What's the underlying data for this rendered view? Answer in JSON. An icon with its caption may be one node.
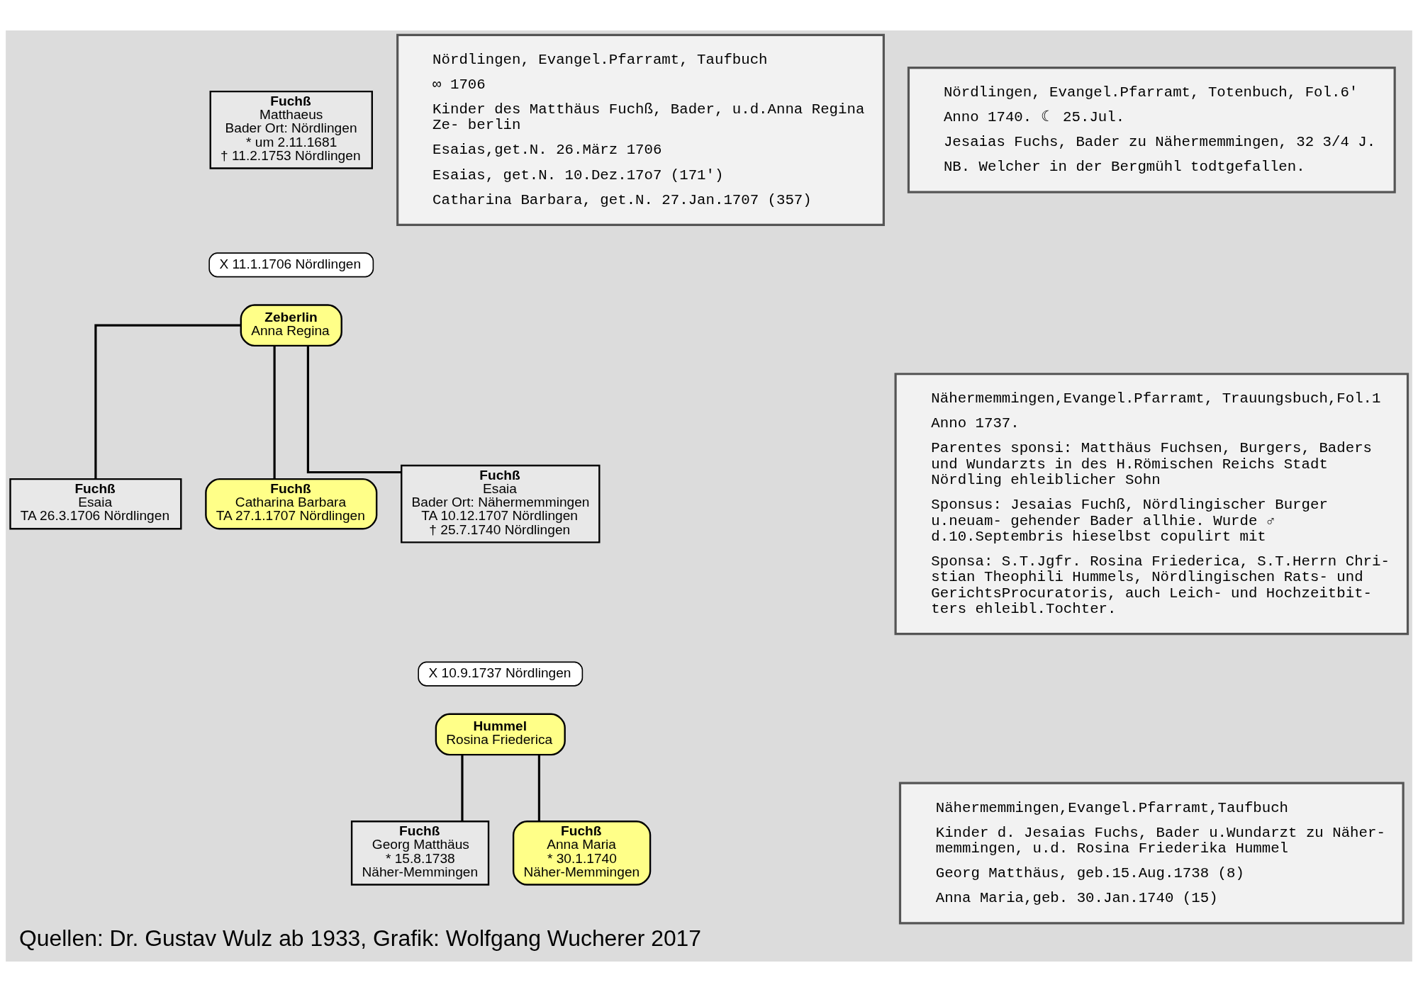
{
  "diagram": {
    "caption": "Quellen: Dr. Gustav Wulz ab 1933, Grafik: Wolfgang Wucherer 2017",
    "nodes": [
      {
        "text": [
          "Fuchß",
          "Matthaeus",
          "Bader Ort: Nördlingen",
          "* um 2.11.1681",
          "† 11.2.1753 Nördlingen"
        ]
      },
      {
        "text": [
          "X 11.1.1706 Nördlingen"
        ]
      },
      {
        "text": [
          "Zeberlin",
          "Anna Regina"
        ]
      },
      {
        "text": [
          "Fuchß",
          "Esaia",
          "TA 26.3.1706 Nördlingen"
        ]
      },
      {
        "text": [
          "Fuchß",
          "Catharina Barbara",
          "TA 27.1.1707 Nördlingen"
        ]
      },
      {
        "text": [
          "Fuchß",
          "Esaia",
          "Bader Ort: Nähermemmingen",
          "TA 10.12.1707 Nördlingen",
          "† 25.7.1740 Nördlingen"
        ]
      },
      {
        "text": [
          "X 10.9.1737 Nördlingen"
        ]
      },
      {
        "text": [
          "Hummel",
          "Rosina Friederica"
        ]
      },
      {
        "text": [
          "Fuchß",
          "Georg Matthäus",
          "* 15.8.1738",
          "Näher-Memmingen"
        ]
      },
      {
        "text": [
          "Fuchß",
          "Anna Maria",
          "* 30.1.1740",
          "Näher-Memmingen"
        ]
      },
      {
        "text": [
          "Nördlingen, Evangel.Pfarramt, Taufbuch",
          "∞ 1706",
          "Kinder des Matthäus Fuchß, Bader, u.d.Anna Regina Ze- berlin",
          "Esaias,get.N. 26.März 1706",
          "Esaias, get.N. 10.Dez.17o7 (171')",
          "Catharina Barbara, get.N. 27.Jan.1707 (357)"
        ]
      },
      {
        "text": [
          "Nördlingen, Evangel.Pfarramt, Totenbuch, Fol.6'",
          "Anno 1740. ☾ 25.Jul.",
          "Jesaias Fuchs, Bader zu Nähermemmingen, 32 3/4 J.",
          "NB. Welcher in der Bergmühl todtgefallen."
        ]
      },
      {
        "text": [
          "Nähermemmingen,Evangel.Pfarramt, Trauungsbuch,Fol.1",
          "Anno 1737.",
          "Parentes sponsi: Matthäus Fuchsen, Burgers, Baders und Wundarzts in des H.Römischen Reichs Stadt Nördling ehleiblicher Sohn",
          "Sponsus: Jesaias Fuchß, Nördlingischer Burger u.neuam- gehender Bader allhie. Wurde ♂ d.10.Septembris hieselbst copulirt mit",
          "Sponsa: S.T.Jgfr. Rosina Friederica, S.T.Herrn Chri- stian Theophili Hummels, Nördlingischen Rats- und GerichtsProcuratoris, auch Leich- und Hochzeitbit- ters ehleibl.Tochter."
        ]
      },
      {
        "text": [
          "Nähermemmingen,Evangel.Pfarramt,Taufbuch",
          "Kinder d. Jesaias Fuchs, Bader u.Wundarzt zu Näher- memmingen, u.d. Rosina Friederika Hummel",
          "Georg Matthäus, geb.15.Aug.1738 (8)",
          "Anna Maria,geb. 30.Jan.1740 (15)"
        ]
      }
    ],
    "edges": [
      {
        "from": 2,
        "to": 3,
        "arrow": "none"
      },
      {
        "from": 2,
        "to": 4,
        "arrow": "none"
      },
      {
        "from": 2,
        "to": 5,
        "arrow": "none"
      },
      {
        "from": 7,
        "to": 8,
        "arrow": "none"
      },
      {
        "from": 7,
        "to": 9,
        "arrow": "none"
      }
    ]
  }
}
